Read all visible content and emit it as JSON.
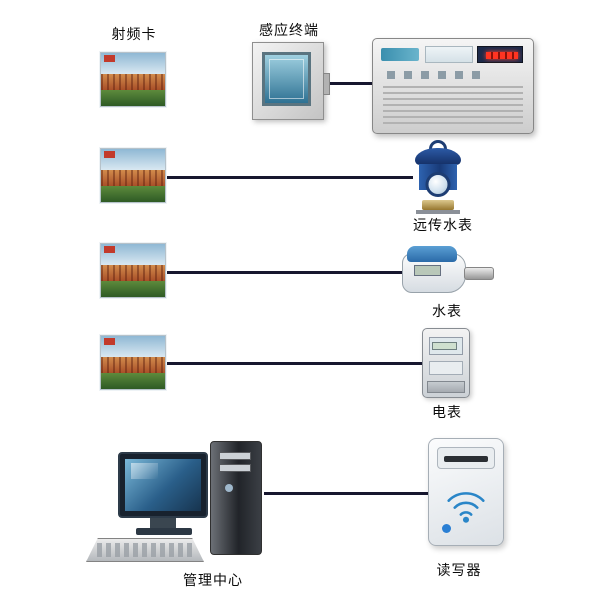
{
  "diagram": {
    "type": "system-topology",
    "title": "RFID card metering system diagram",
    "labels": {
      "rfid_card": "射频卡",
      "induction_terminal": "感应终端",
      "remote_water_meter": "远传水表",
      "water_meter": "水表",
      "electric_meter": "电表",
      "management_center": "管理中心",
      "reader_writer": "读写器"
    },
    "nodes": [
      {
        "id": "rfid_card",
        "kind": "photo-card",
        "count": 4
      },
      {
        "id": "induction_terminal",
        "kind": "wall-panel-with-screen"
      },
      {
        "id": "controller",
        "kind": "gray-control-box-with-red-led"
      },
      {
        "id": "remote_water_meter",
        "kind": "blue-vertical-water-meter"
      },
      {
        "id": "water_meter",
        "kind": "white-blue-smart-water-meter"
      },
      {
        "id": "electric_meter",
        "kind": "gray-electric-meter"
      },
      {
        "id": "management_center",
        "kind": "desktop-computer"
      },
      {
        "id": "reader_writer",
        "kind": "card-reader-with-wireless-arcs"
      }
    ],
    "connections": [
      {
        "from": "induction_terminal",
        "to": "controller"
      },
      {
        "from": "rfid_card",
        "to": "remote_water_meter"
      },
      {
        "from": "rfid_card",
        "to": "water_meter"
      },
      {
        "from": "rfid_card",
        "to": "electric_meter"
      },
      {
        "from": "management_center",
        "to": "reader_writer"
      }
    ],
    "colors": {
      "background": "#ffffff",
      "connector_line": "#17172f",
      "terminal_screen_blue": "#2e7193",
      "water_meter_blue": "#1d3d73",
      "reader_wifi_blue": "#2a86c8",
      "led_red": "#ff3422"
    },
    "icons": {
      "wifi": "wifi-icon"
    }
  }
}
